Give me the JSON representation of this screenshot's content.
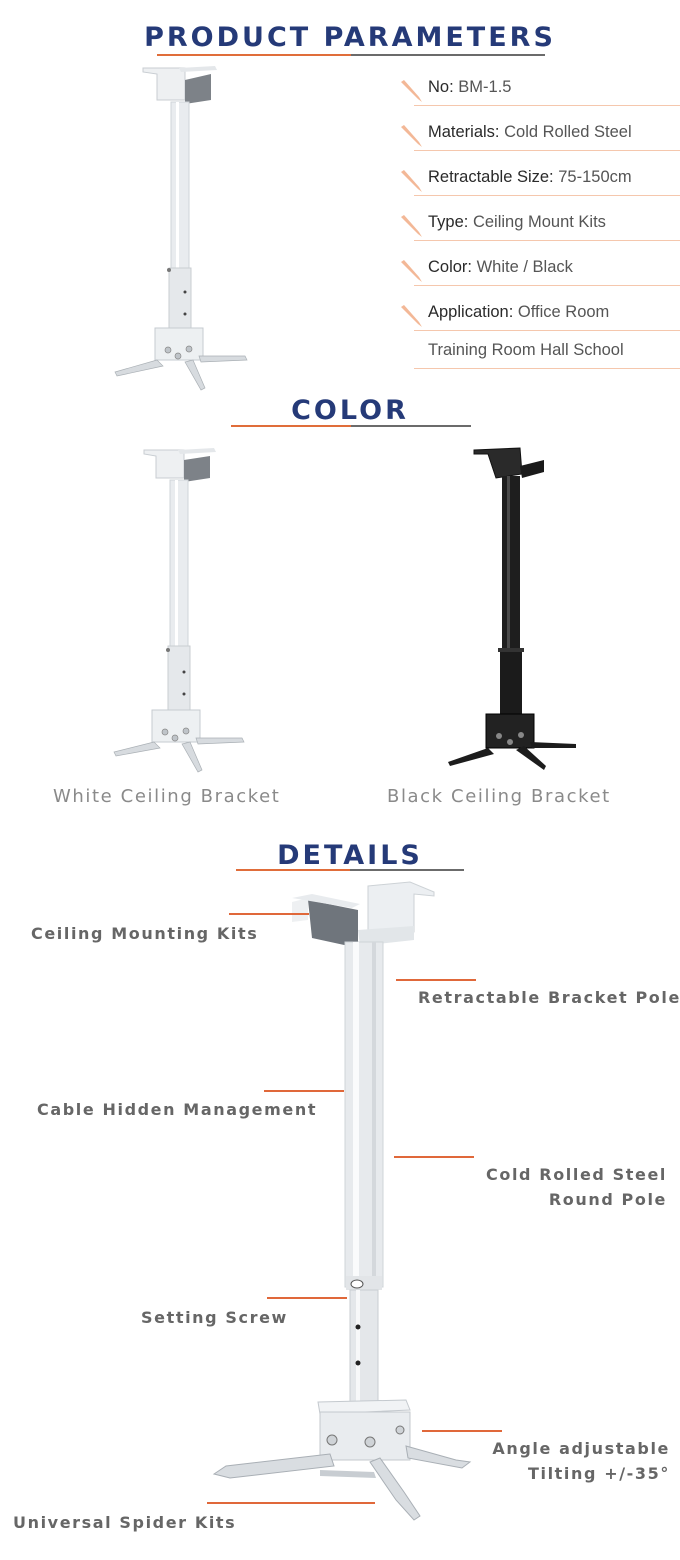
{
  "sections": {
    "params_title": "PRODUCT PARAMETERS",
    "color_title": "COLOR",
    "details_title": "DETAILS"
  },
  "params": [
    {
      "key": "No:",
      "value": "BM-1.5"
    },
    {
      "key": "Materials:",
      "value": "Cold Rolled Steel"
    },
    {
      "key": "Retractable Size:",
      "value": "75-150cm"
    },
    {
      "key": "Type:",
      "value": "Ceiling Mount Kits"
    },
    {
      "key": "Color:",
      "value": "White / Black"
    },
    {
      "key": "Application:",
      "value": "Office Room"
    }
  ],
  "params_extra_line": "Training Room Hall School",
  "color_options": [
    {
      "label": "White Ceiling Bracket",
      "swatch": "#e8ebee"
    },
    {
      "label": "Black Ceiling Bracket",
      "swatch": "#1c1c1c"
    }
  ],
  "details": {
    "ceiling_mounting_kits": "Ceiling Mounting Kits",
    "retractable_bracket_pole": "Retractable Bracket Pole",
    "cable_hidden_management": "Cable Hidden Management",
    "cold_rolled_line1": "Cold Rolled Steel",
    "cold_rolled_line2": "Round Pole",
    "setting_screw": "Setting Screw",
    "angle_line1": "Angle adjustable",
    "angle_line2": "Tilting +/-35°",
    "universal_spider_kits": "Universal Spider Kits"
  },
  "colors": {
    "title_blue": "#253a78",
    "accent_orange": "#e06d3a",
    "divider_gray": "#6b6b6b"
  }
}
